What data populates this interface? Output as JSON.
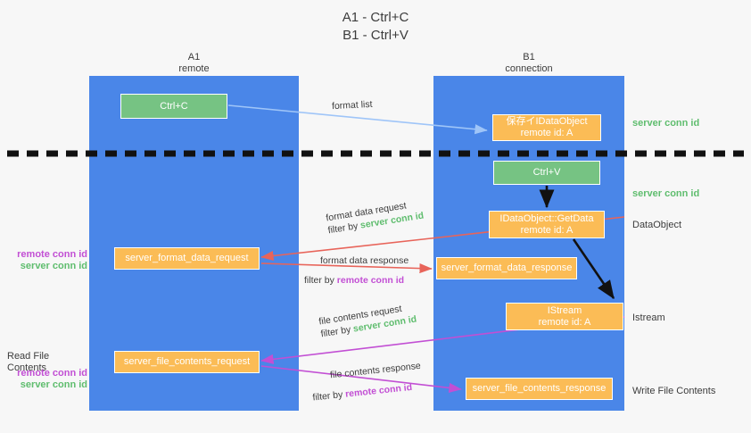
{
  "title": {
    "line1": "A1 - Ctrl+C",
    "line2": "B1 - Ctrl+V"
  },
  "lanes": [
    {
      "name": "A1",
      "sub": "remote"
    },
    {
      "name": "B1",
      "sub": "connection"
    }
  ],
  "boxes": {
    "ctrl_c": "Ctrl+C",
    "ctrl_v": "Ctrl+V",
    "idataobject_title": "保存イIDataObject",
    "idataobject_sub": "remote id: A",
    "getdata_title": "IDataObject::GetData",
    "getdata_sub": "remote id: A",
    "istream_title": "IStream",
    "istream_sub": "remote id: A",
    "server_format_data_request": "server_format_data_request",
    "server_format_data_response": "server_format_data_response",
    "server_file_contents_request": "server_file_contents_request",
    "server_file_contents_response": "server_file_contents_response"
  },
  "side_labels": {
    "server_conn_id": "server conn id",
    "remote_conn_id": "remote conn id",
    "dataobject": "DataObject",
    "istream": "Istream",
    "write_file_contents": "Write File Contents",
    "read_file_contents": "Read File Contents"
  },
  "captions": {
    "format_list": "format list",
    "format_data_request": "format data request",
    "format_data_response": "format data response",
    "file_contents_request": "file contents request",
    "file_contents_response": "file contents response",
    "filter_by": "filter by",
    "server_conn_id": "server conn id",
    "remote_conn_id": "remote conn id"
  },
  "colors": {
    "lane": "#4a86e8",
    "green_box": "#76c383",
    "orange_box": "#fbbc56",
    "server_conn_id": "#5fbd6e",
    "remote_conn_id": "#c24fd4",
    "arrow_red": "#e8645a",
    "arrow_purple": "#c24fd4",
    "arrow_blue": "#9fc5f8",
    "arrow_black": "#000000",
    "background": "#f7f7f7"
  }
}
